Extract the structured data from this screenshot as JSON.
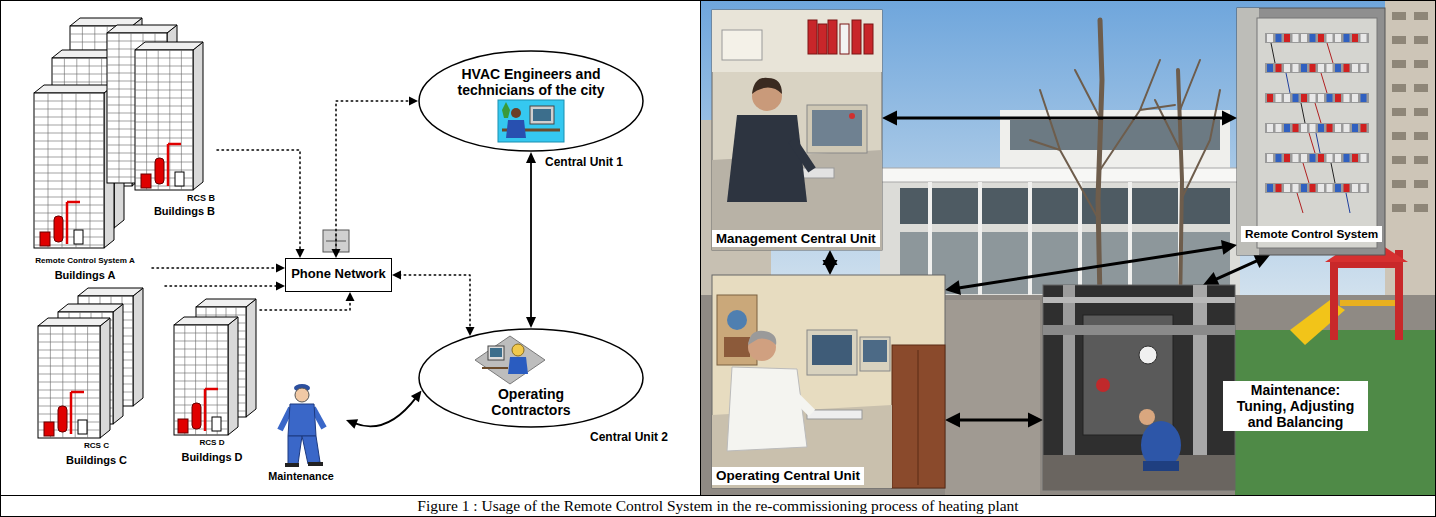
{
  "diagram": {
    "caption": "Figure 1 : Usage of the Remote Control System in the re-commissioning process of heating plant",
    "nodes": [
      {
        "text": [
          "Remote Control System A",
          "Buildings A"
        ]
      },
      {
        "text": [
          "RCS B",
          "Buildings B"
        ]
      },
      {
        "text": [
          "HVAC Engineers and technicians of the city"
        ]
      },
      {
        "text": [
          "Phone Network"
        ]
      },
      {
        "text": [
          "RCS C",
          "Buildings C"
        ]
      },
      {
        "text": [
          "RCS D",
          "Buildings D"
        ]
      },
      {
        "text": [
          "Operating Contractors"
        ]
      },
      {
        "text": [
          "Maintenance"
        ]
      },
      {
        "text": [
          "Management Central Unit"
        ]
      },
      {
        "text": [
          "Remote Control System"
        ]
      },
      {
        "text": [
          "Operating Central Unit"
        ]
      },
      {
        "text": [
          "Maintenance: Tuning, Adjusting and Balancing"
        ]
      }
    ],
    "edges": [
      {
        "from": 0,
        "to": 3,
        "arrow": "to"
      },
      {
        "from": 1,
        "to": 3,
        "arrow": "to"
      },
      {
        "from": 4,
        "to": 3,
        "arrow": "to"
      },
      {
        "from": 5,
        "to": 3,
        "arrow": "to"
      },
      {
        "from": 3,
        "to": 2,
        "arrow": "both"
      },
      {
        "from": 3,
        "to": 6,
        "arrow": "both"
      },
      {
        "from": 2,
        "to": 6,
        "arrow": "both"
      },
      {
        "from": 7,
        "to": 6,
        "arrow": "both"
      },
      {
        "from": 8,
        "to": 9,
        "arrow": "both"
      },
      {
        "from": 8,
        "to": 10,
        "arrow": "both"
      },
      {
        "from": 9,
        "to": 10,
        "arrow": "both"
      },
      {
        "from": 9,
        "to": 11,
        "arrow": "both"
      },
      {
        "from": 10,
        "to": 11,
        "arrow": "both"
      }
    ],
    "labels": [
      "Central Unit 1",
      "Central Unit 2"
    ]
  }
}
